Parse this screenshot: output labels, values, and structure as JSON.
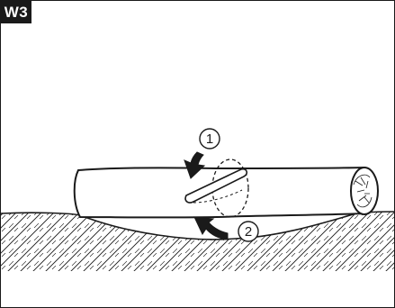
{
  "figure": {
    "tag": "W3",
    "steps": [
      {
        "number": "1"
      },
      {
        "number": "2"
      }
    ]
  }
}
